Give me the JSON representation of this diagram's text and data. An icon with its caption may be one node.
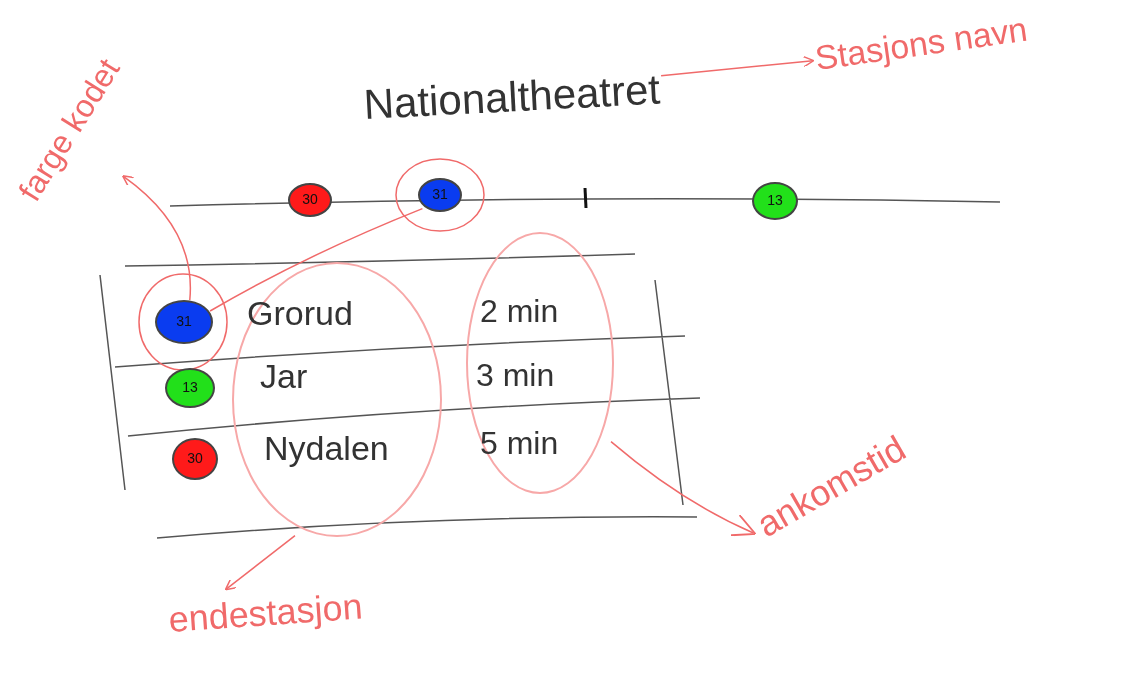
{
  "diagram": {
    "nodes": [
      {
        "text": [
          "Stasjons navn"
        ]
      },
      {
        "text": [
          "farge kodet"
        ]
      },
      {
        "text": [
          "Nationaltheatret"
        ]
      },
      {
        "text": [
          "30"
        ]
      },
      {
        "text": [
          "31"
        ]
      },
      {
        "text": [
          "13"
        ]
      },
      {
        "text": [
          "31"
        ]
      },
      {
        "text": [],
        "shape": "ellipse"
      },
      {
        "text": [
          "Grorud"
        ],
        "in": 7
      },
      {
        "text": [],
        "shape": "ellipse"
      },
      {
        "text": [
          "2 min"
        ],
        "in": 9
      },
      {
        "text": [
          "13"
        ]
      },
      {
        "text": [
          "Jar"
        ],
        "in": 7
      },
      {
        "text": [
          "3 min"
        ],
        "in": 9
      },
      {
        "text": [
          "30"
        ]
      },
      {
        "text": [
          "Nydalen"
        ],
        "in": 7
      },
      {
        "text": [
          "5 min"
        ],
        "in": 9
      },
      {
        "text": [
          "endestasjon"
        ]
      },
      {
        "text": [
          "ankomstid"
        ]
      }
    ],
    "edges": [
      {
        "from": 2,
        "to": 0,
        "arrow": "to"
      },
      {
        "from": 6,
        "to": 1,
        "arrow": "to"
      },
      {
        "from": 6,
        "to": 4,
        "arrow": "none"
      },
      {
        "from": 7,
        "to": 17,
        "arrow": "to"
      },
      {
        "from": 9,
        "to": 18,
        "arrow": "to"
      }
    ]
  }
}
